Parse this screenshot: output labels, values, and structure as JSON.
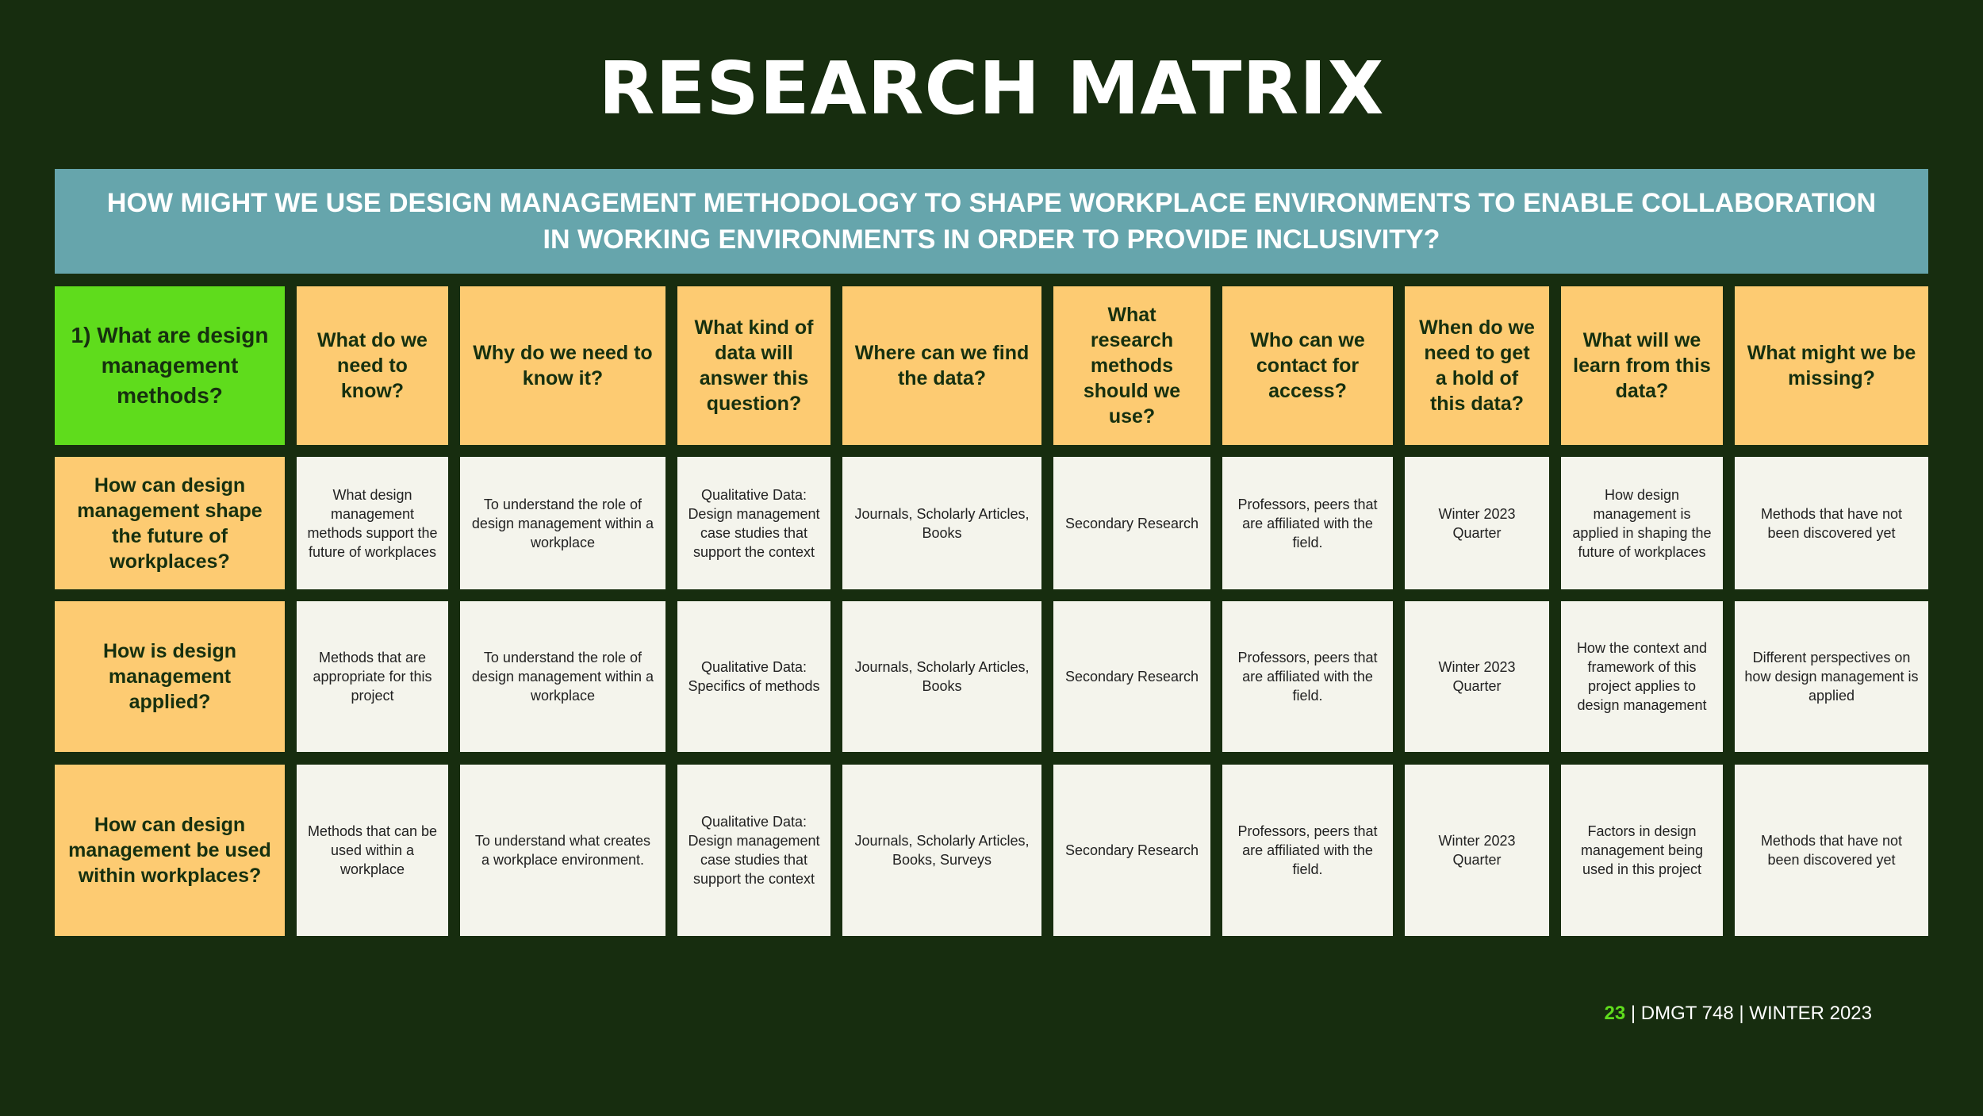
{
  "slide": {
    "title": "RESEARCH MATRIX",
    "question": "HOW MIGHT WE USE DESIGN MANAGEMENT METHODOLOGY TO SHAPE WORKPLACE ENVIRONMENTS TO ENABLE COLLABORATION IN WORKING ENVIRONMENTS IN ORDER TO PROVIDE INCLUSIVITY?"
  },
  "matrix": {
    "research_question": "1) What are design management methods?",
    "columns": [
      "What do we need to know?",
      "Why do we need to know it?",
      "What kind of data will answer this question?",
      "Where can we find the data?",
      "What research methods should we use?",
      "Who can we contact for access?",
      "When do we need to get a hold of this data?",
      "What will we learn from this data?",
      "What might we be missing?"
    ],
    "rows": [
      {
        "label": "How can design management shape the future of workplaces?",
        "cells": [
          "What design management methods support the future of workplaces",
          "To understand the role of design management within a workplace",
          "Qualitative Data: Design management case studies that support the context",
          "Journals, Scholarly Articles, Books",
          "Secondary Research",
          "Professors, peers that are affiliated with the field.",
          "Winter 2023 Quarter",
          "How design management is applied in shaping the future of workplaces",
          "Methods that have not been discovered yet"
        ]
      },
      {
        "label": "How is design management applied?",
        "cells": [
          "Methods that are appropriate for this project",
          "To understand the role of design management within a workplace",
          "Qualitative Data: Specifics of methods",
          "Journals, Scholarly Articles, Books",
          "Secondary Research",
          "Professors, peers that are affiliated with the field.",
          "Winter 2023 Quarter",
          "How the context and framework of this project applies to design management",
          "Different perspectives on how design management is applied"
        ]
      },
      {
        "label": "How can design management be used within workplaces?",
        "cells": [
          "Methods that can be used within a workplace",
          "To understand what creates a workplace environment.",
          "Qualitative Data: Design management case studies that support the context",
          "Journals, Scholarly Articles, Books, Surveys",
          "Secondary Research",
          "Professors, peers that are affiliated with the field.",
          "Winter 2023 Quarter",
          "Factors in design management being used in this project",
          "Methods that have not been discovered yet"
        ]
      }
    ]
  },
  "footer": {
    "page": "23",
    "text": " | DMGT 748 | WINTER 2023"
  }
}
